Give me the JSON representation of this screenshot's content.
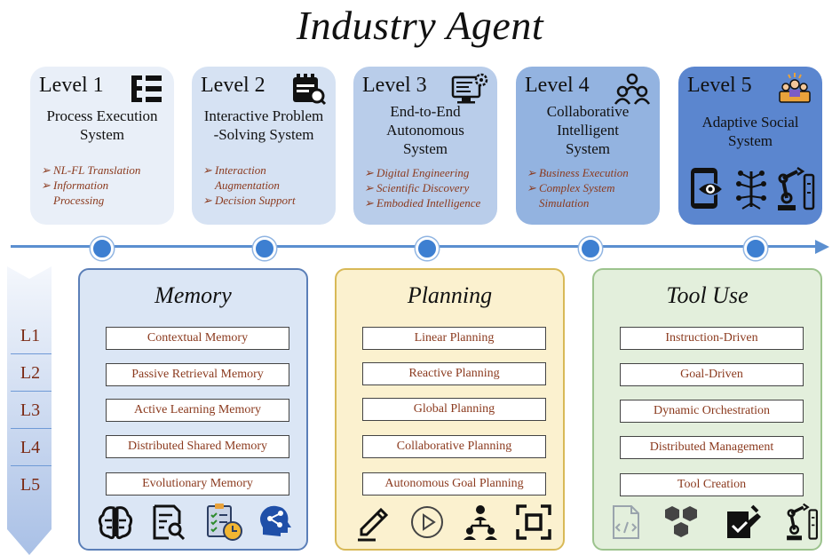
{
  "title": "Industry Agent",
  "levels": [
    {
      "label": "Level 1",
      "name": [
        "Process Execution",
        "System"
      ],
      "items": [
        [
          "NL-FL Translation"
        ],
        [
          "Information",
          "Processing"
        ]
      ],
      "icon": "process-list-icon"
    },
    {
      "label": "Level 2",
      "name": [
        "Interactive Problem",
        "-Solving System"
      ],
      "items": [
        [
          "Interaction",
          "Augmentation"
        ],
        [
          "Decision Support"
        ]
      ],
      "icon": "calendar-search-icon"
    },
    {
      "label": "Level 3",
      "name": [
        "End-to-End",
        "Autonomous",
        "System"
      ],
      "items": [
        [
          "Digital Engineering"
        ],
        [
          "Scientific Discovery"
        ],
        [
          "Embodied Intelligence"
        ]
      ],
      "icon": "monitor-gear-icon"
    },
    {
      "label": "Level 4",
      "name": [
        "Collaborative",
        "Intelligent",
        "System"
      ],
      "items": [
        [
          "Business Execution"
        ],
        [
          "Complex System",
          "Simulation"
        ]
      ],
      "icon": "team-icon"
    },
    {
      "label": "Level 5",
      "name": [
        "Adaptive Social",
        "System"
      ],
      "items": [],
      "icon": "award-team-icon"
    }
  ],
  "side_levels": [
    "L1",
    "L2",
    "L3",
    "L4",
    "L5"
  ],
  "panels": [
    {
      "title": "Memory",
      "items": [
        "Contextual Memory",
        "Passive Retrieval Memory",
        "Active Learning Memory",
        "Distributed Shared Memory",
        "Evolutionary Memory"
      ],
      "icons": [
        "brain-icon",
        "document-search-icon",
        "checklist-clock-icon",
        "head-network-icon"
      ]
    },
    {
      "title": "Planning",
      "items": [
        "Linear Planning",
        "Reactive Planning",
        "Global Planning",
        "Collaborative Planning",
        "Autonomous Goal Planning"
      ],
      "icons": [
        "pencil-icon",
        "play-circle-icon",
        "org-chart-icon",
        "focus-frame-icon"
      ]
    },
    {
      "title": "Tool Use",
      "items": [
        "Instruction-Driven",
        "Goal-Driven",
        "Dynamic Orchestration",
        "Distributed Management",
        "Tool Creation"
      ],
      "icons": [
        "code-file-icon",
        "hexagons-icon",
        "toolbox-check-icon",
        "robot-arm-icon"
      ]
    }
  ],
  "level5_icons": [
    "phone-eye-icon",
    "neural-tree-icon",
    "robot-arm-icon"
  ],
  "colors": {
    "level_cards": [
      "#e9eff8",
      "#d6e2f3",
      "#b9cdea",
      "#93b3e0",
      "#5b86cf"
    ],
    "timeline": "#5b8fd0",
    "memory_bg": "#dbe6f5",
    "memory_border": "#5b7fb8",
    "planning_bg": "#fbf1cf",
    "planning_border": "#d8b957",
    "tool_bg": "#e3efdc",
    "tool_border": "#9cc38d",
    "item_text": "#8b3a1e"
  }
}
